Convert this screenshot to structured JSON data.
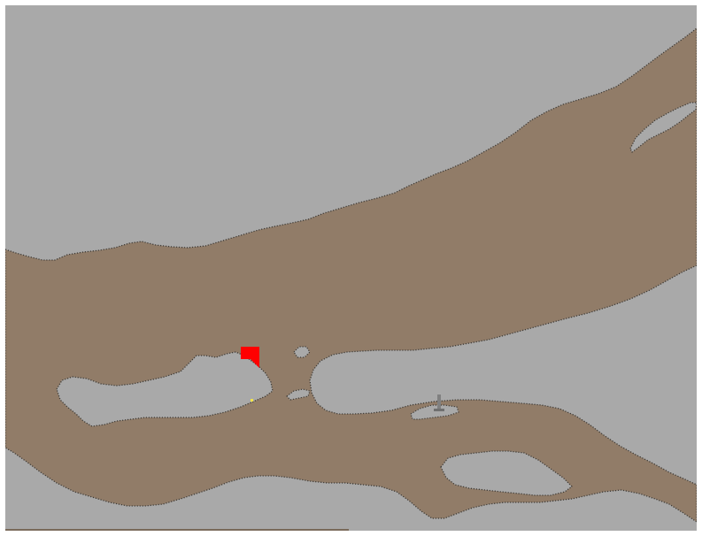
{
  "map": {
    "colors": {
      "land": "#a9a9a9",
      "water": "#917c68",
      "shoreline": "#3d3a36",
      "position_marker": "#ff0000",
      "small_marker": "#f2e34a",
      "pier": "#808080"
    },
    "layers": [
      "land",
      "river",
      "islands",
      "pier",
      "position-marker",
      "point-marker"
    ]
  }
}
